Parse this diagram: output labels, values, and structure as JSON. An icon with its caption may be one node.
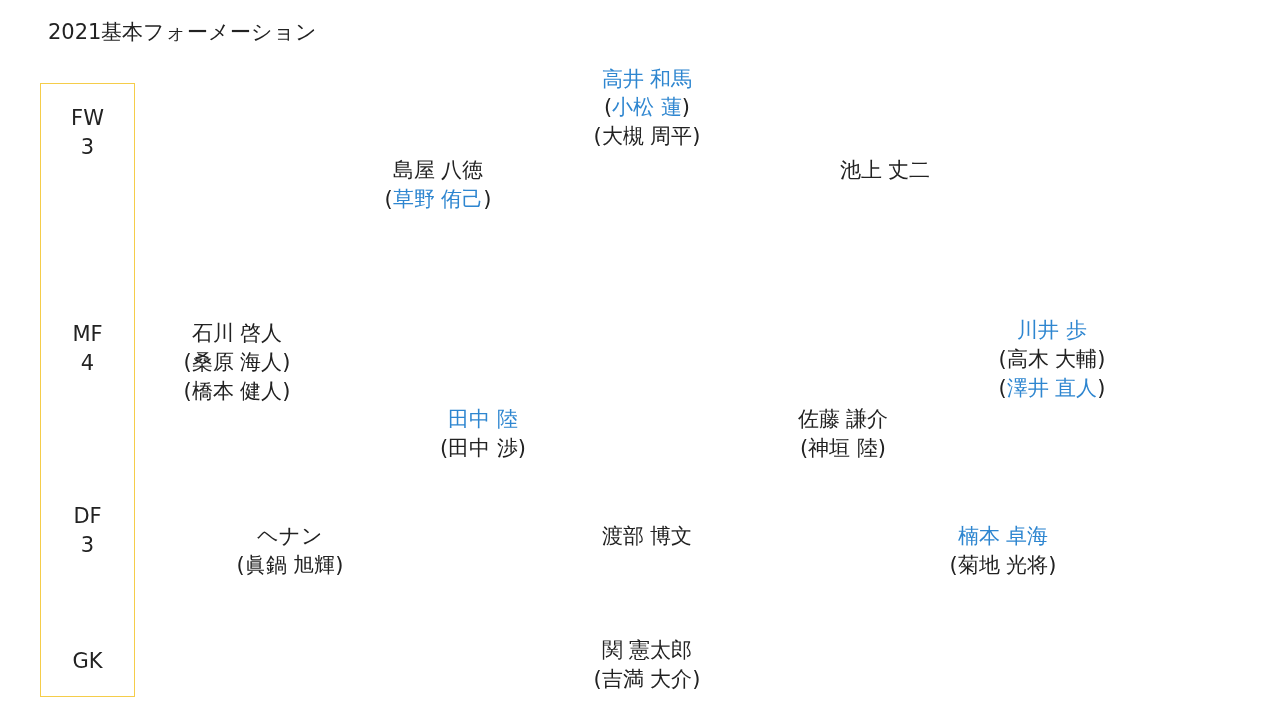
{
  "diagram": {
    "title": "2021基本フォーメーション",
    "nodes": [
      {
        "text": [
          "FW",
          "3",
          "MF",
          "4",
          "DF",
          "3",
          "GK"
        ]
      }
    ],
    "edges": [],
    "labels": [
      "高井 和馬",
      "(小松 蓮)",
      "(大槻 周平)",
      "島屋 八徳",
      "(草野 侑己)",
      "池上 丈二",
      "石川 啓人",
      "(桑原 海人)",
      "(橋本 健人)",
      "川井 歩",
      "(高木 大輔)",
      "(澤井 直人)",
      "田中 陸",
      "(田中 渉)",
      "佐藤 謙介",
      "(神垣 陸)",
      "ヘナン",
      "(眞鍋 旭輝)",
      "渡部 博文",
      "楠本 卓海",
      "(菊地 光将)",
      "関 憲太郎",
      "(吉満 大介)"
    ]
  }
}
